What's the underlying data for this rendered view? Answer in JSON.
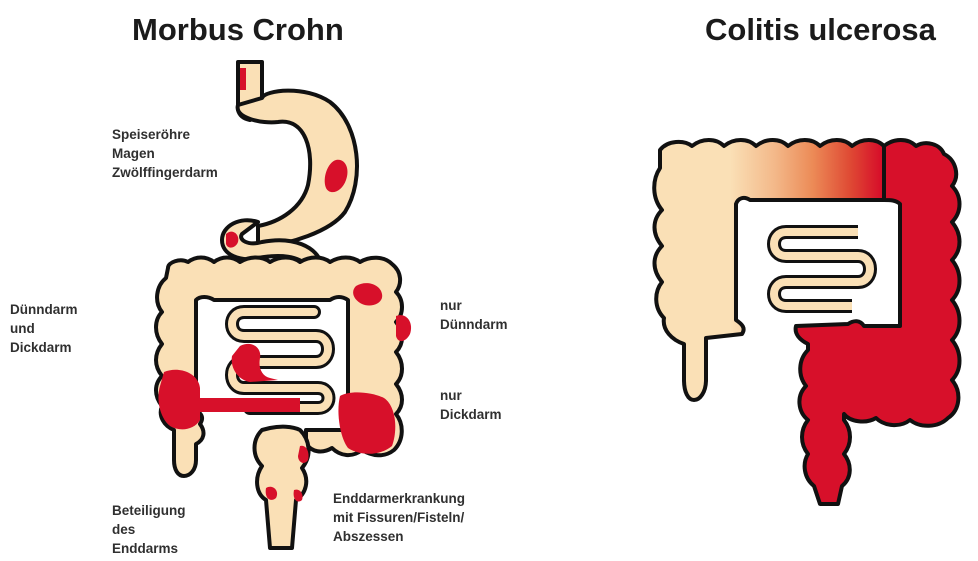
{
  "titles": {
    "crohn": "Morbus Crohn",
    "colitis": "Colitis ulcerosa"
  },
  "labels": {
    "upper_gi": [
      "Speiseröhre",
      "Magen",
      "Zwölffingerdarm"
    ],
    "small_and_large": [
      "Dünndarm",
      "und",
      "Dickdarm"
    ],
    "small_only": [
      "nur",
      "Dünndarm"
    ],
    "large_only": [
      "nur",
      "Dickdarm"
    ],
    "rectum": [
      "Beteiligung",
      "des",
      "Enddarms"
    ],
    "rectal_disease": [
      "Enddarmerkrankung",
      "mit Fissuren/Fisteln/",
      "Abszessen"
    ]
  },
  "colors": {
    "healthy_tissue": "#fae0b6",
    "inflamed_tissue": "#d7102a",
    "outline": "#111111",
    "gradient_mid": "#ec8b57"
  }
}
